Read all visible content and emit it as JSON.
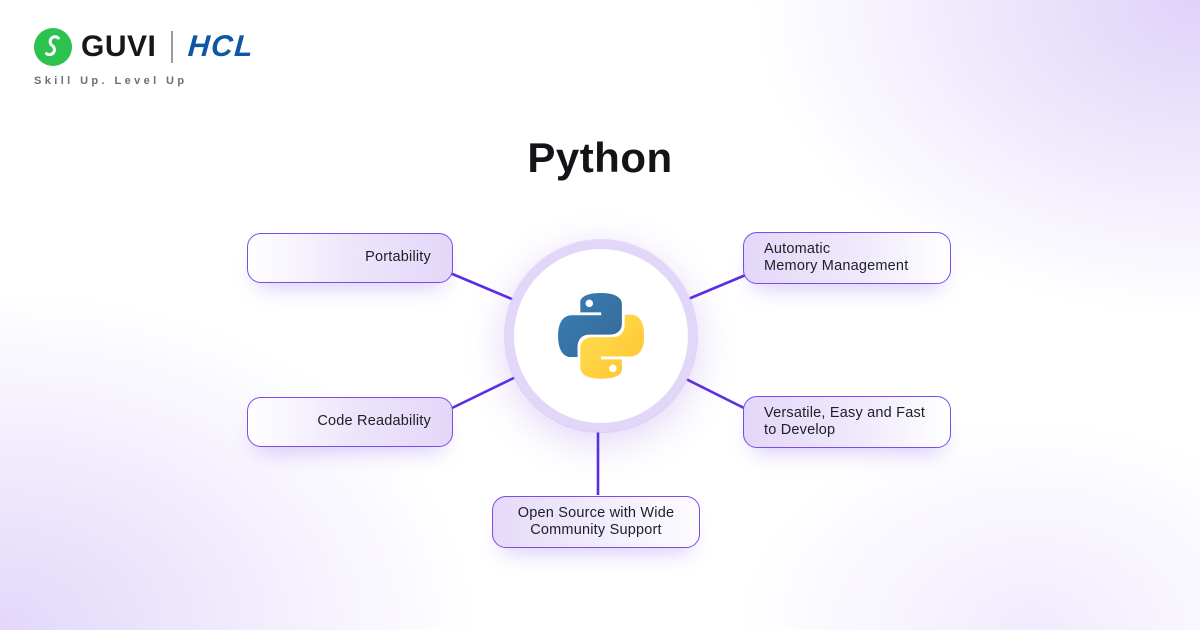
{
  "header": {
    "brand_guvi": "GUVI",
    "brand_hcl": "HCL",
    "tagline": "Skill Up. Level Up",
    "guvi_icon": "guvi-g-monogram",
    "colors": {
      "guvi_green": "#2bc24e",
      "hcl_blue": "#0e56a6",
      "tagline_gray": "#6f6f6f"
    }
  },
  "title": "Python",
  "mindmap": {
    "center": {
      "icon": "python-logo",
      "logo_blue": "#387eb8",
      "logo_yellow": "#ffd43b"
    },
    "nodes": [
      {
        "id": "portability",
        "label": "Portability",
        "position": "left-top"
      },
      {
        "id": "code-readability",
        "label": "Code Readability",
        "position": "left-bottom"
      },
      {
        "id": "automatic-memory-management",
        "label": "Automatic\nMemory Management",
        "position": "right-top"
      },
      {
        "id": "versatile-easy-fast",
        "label": "Versatile, Easy and Fast\nto Develop",
        "position": "right-bottom"
      },
      {
        "id": "open-source-community",
        "label": "Open Source with Wide\nCommunity Support",
        "position": "bottom"
      }
    ],
    "colors": {
      "connector_line": "#5d2de2",
      "node_border": "#7c4be8",
      "node_fill_purple": "#e3d7f9",
      "hub_ring": "#e2d7f8"
    }
  }
}
